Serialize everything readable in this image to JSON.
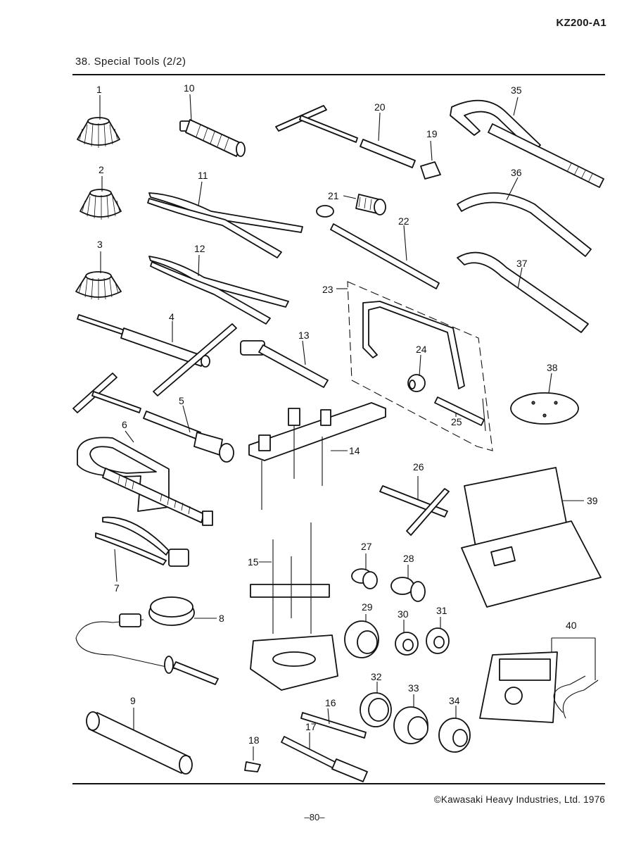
{
  "header": {
    "model": "KZ200-A1",
    "title": "38.  Special Tools (2/2)"
  },
  "callouts": [
    "1",
    "2",
    "3",
    "4",
    "5",
    "6",
    "7",
    "8",
    "9",
    "10",
    "11",
    "12",
    "13",
    "14",
    "15",
    "16",
    "17",
    "18",
    "19",
    "20",
    "21",
    "22",
    "23",
    "24",
    "25",
    "26",
    "27",
    "28",
    "29",
    "30",
    "31",
    "32",
    "33",
    "34",
    "35",
    "36",
    "37",
    "38",
    "39",
    "40"
  ],
  "footer": {
    "copyright": "©Kawasaki Heavy Industries, Ltd. 1976",
    "page": "–80–"
  }
}
